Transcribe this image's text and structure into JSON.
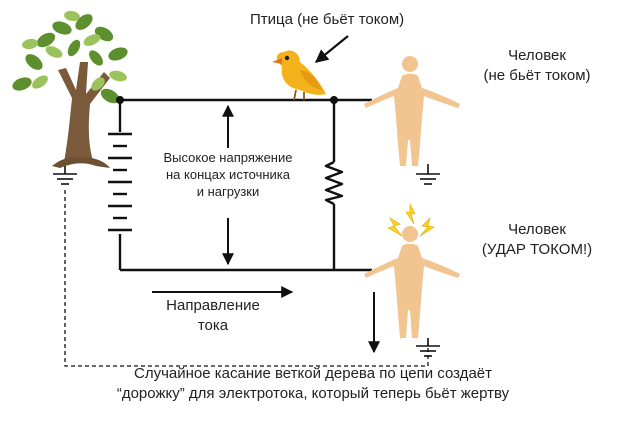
{
  "labels": {
    "bird": "Птица (не бьёт током)",
    "man_top_line1": "Человек",
    "man_top_line2": "(не бьёт током)",
    "man_bottom_line1": "Человек",
    "man_bottom_line2": "(УДАР ТОКОМ!)",
    "voltage_line1": "Высокое напряжение",
    "voltage_line2": "на концах источника",
    "voltage_line3": "и нагрузки",
    "direction_line1": "Направление",
    "direction_line2": "тока",
    "footer_line1": "Случайное касание веткой дерева по цепи создаёт",
    "footer_line2": "“дорожку” для электротока, который теперь бьёт жертву"
  },
  "colors": {
    "wire": "#111111",
    "skin": "#f2c48f",
    "tree_trunk": "#7a5a3a",
    "leaf_dark": "#5e8f2f",
    "leaf_light": "#9cc35b",
    "bird_body": "#f3b21c",
    "bird_beak": "#e86f1e",
    "shock": "#ffd21f"
  },
  "icons": {
    "tree": "tree-icon",
    "bird": "bird-icon",
    "person_safe": "person-icon",
    "person_shocked": "person-shocked-icon",
    "battery": "battery-icon",
    "resistor": "resistor-icon",
    "ground": "ground-icon",
    "shock": "lightning-icon"
  }
}
